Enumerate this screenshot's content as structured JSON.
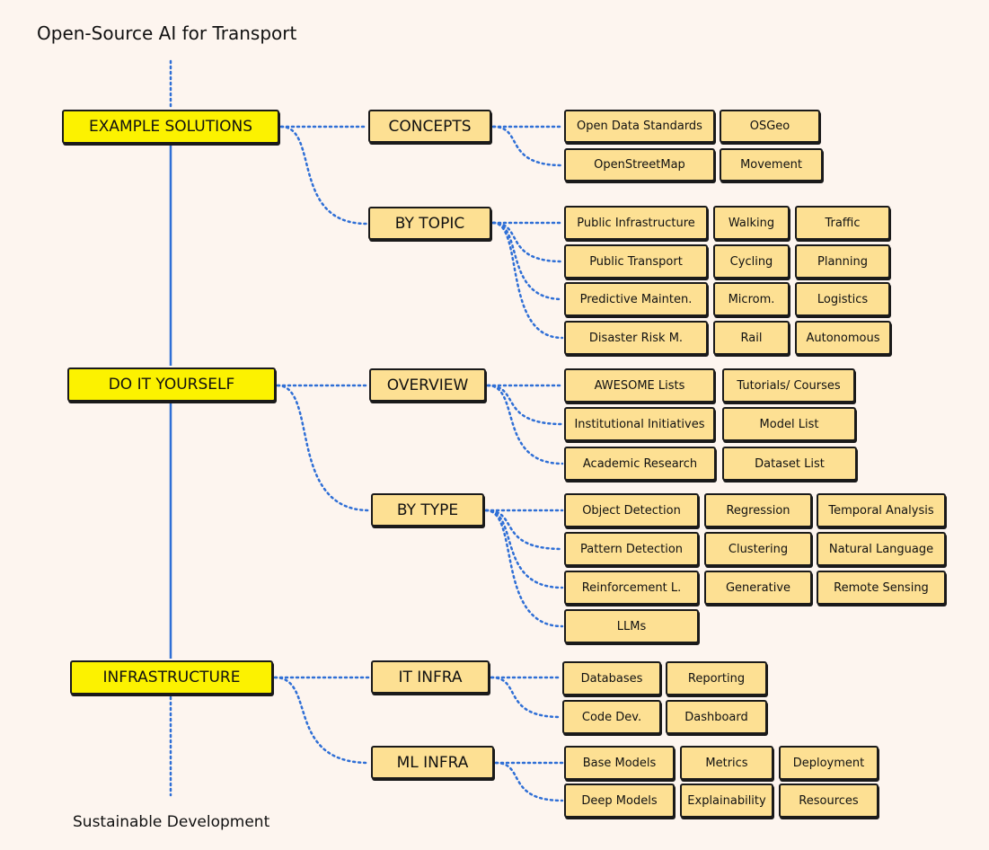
{
  "page": {
    "title": "Open-Source AI for Transport",
    "footer": "Sustainable Development"
  },
  "colors": {
    "background": "#fdf5ef",
    "main_box": "#fcf200",
    "sub_box": "#fde093",
    "connector": "#2f6fd6"
  },
  "sections": [
    {
      "label": "EXAMPLE SOLUTIONS",
      "groups": [
        {
          "label": "CONCEPTS",
          "items": [
            "Open Data Standards",
            "OSGeo",
            "OpenStreetMap",
            "Movement"
          ]
        },
        {
          "label": "BY TOPIC",
          "items": [
            "Public Infrastructure",
            "Walking",
            "Traffic",
            "Public Transport",
            "Cycling",
            "Planning",
            "Predictive Mainten.",
            "Microm.",
            "Logistics",
            "Disaster Risk M.",
            "Rail",
            "Autonomous"
          ]
        }
      ]
    },
    {
      "label": "DO IT YOURSELF",
      "groups": [
        {
          "label": "OVERVIEW",
          "items": [
            "AWESOME Lists",
            "Tutorials/ Courses",
            "Institutional Initiatives",
            "Model List",
            "Academic Research",
            "Dataset List"
          ]
        },
        {
          "label": "BY TYPE",
          "items": [
            "Object Detection",
            "Regression",
            "Temporal Analysis",
            "Pattern Detection",
            "Clustering",
            "Natural Language",
            "Reinforcement L.",
            "Generative",
            "Remote Sensing",
            "LLMs"
          ]
        }
      ]
    },
    {
      "label": "INFRASTRUCTURE",
      "groups": [
        {
          "label": "IT INFRA",
          "items": [
            "Databases",
            "Reporting",
            "Code Dev.",
            "Dashboard"
          ]
        },
        {
          "label": "ML INFRA",
          "items": [
            "Base Models",
            "Metrics",
            "Deployment",
            "Deep Models",
            "Explainability",
            "Resources"
          ]
        }
      ]
    }
  ]
}
